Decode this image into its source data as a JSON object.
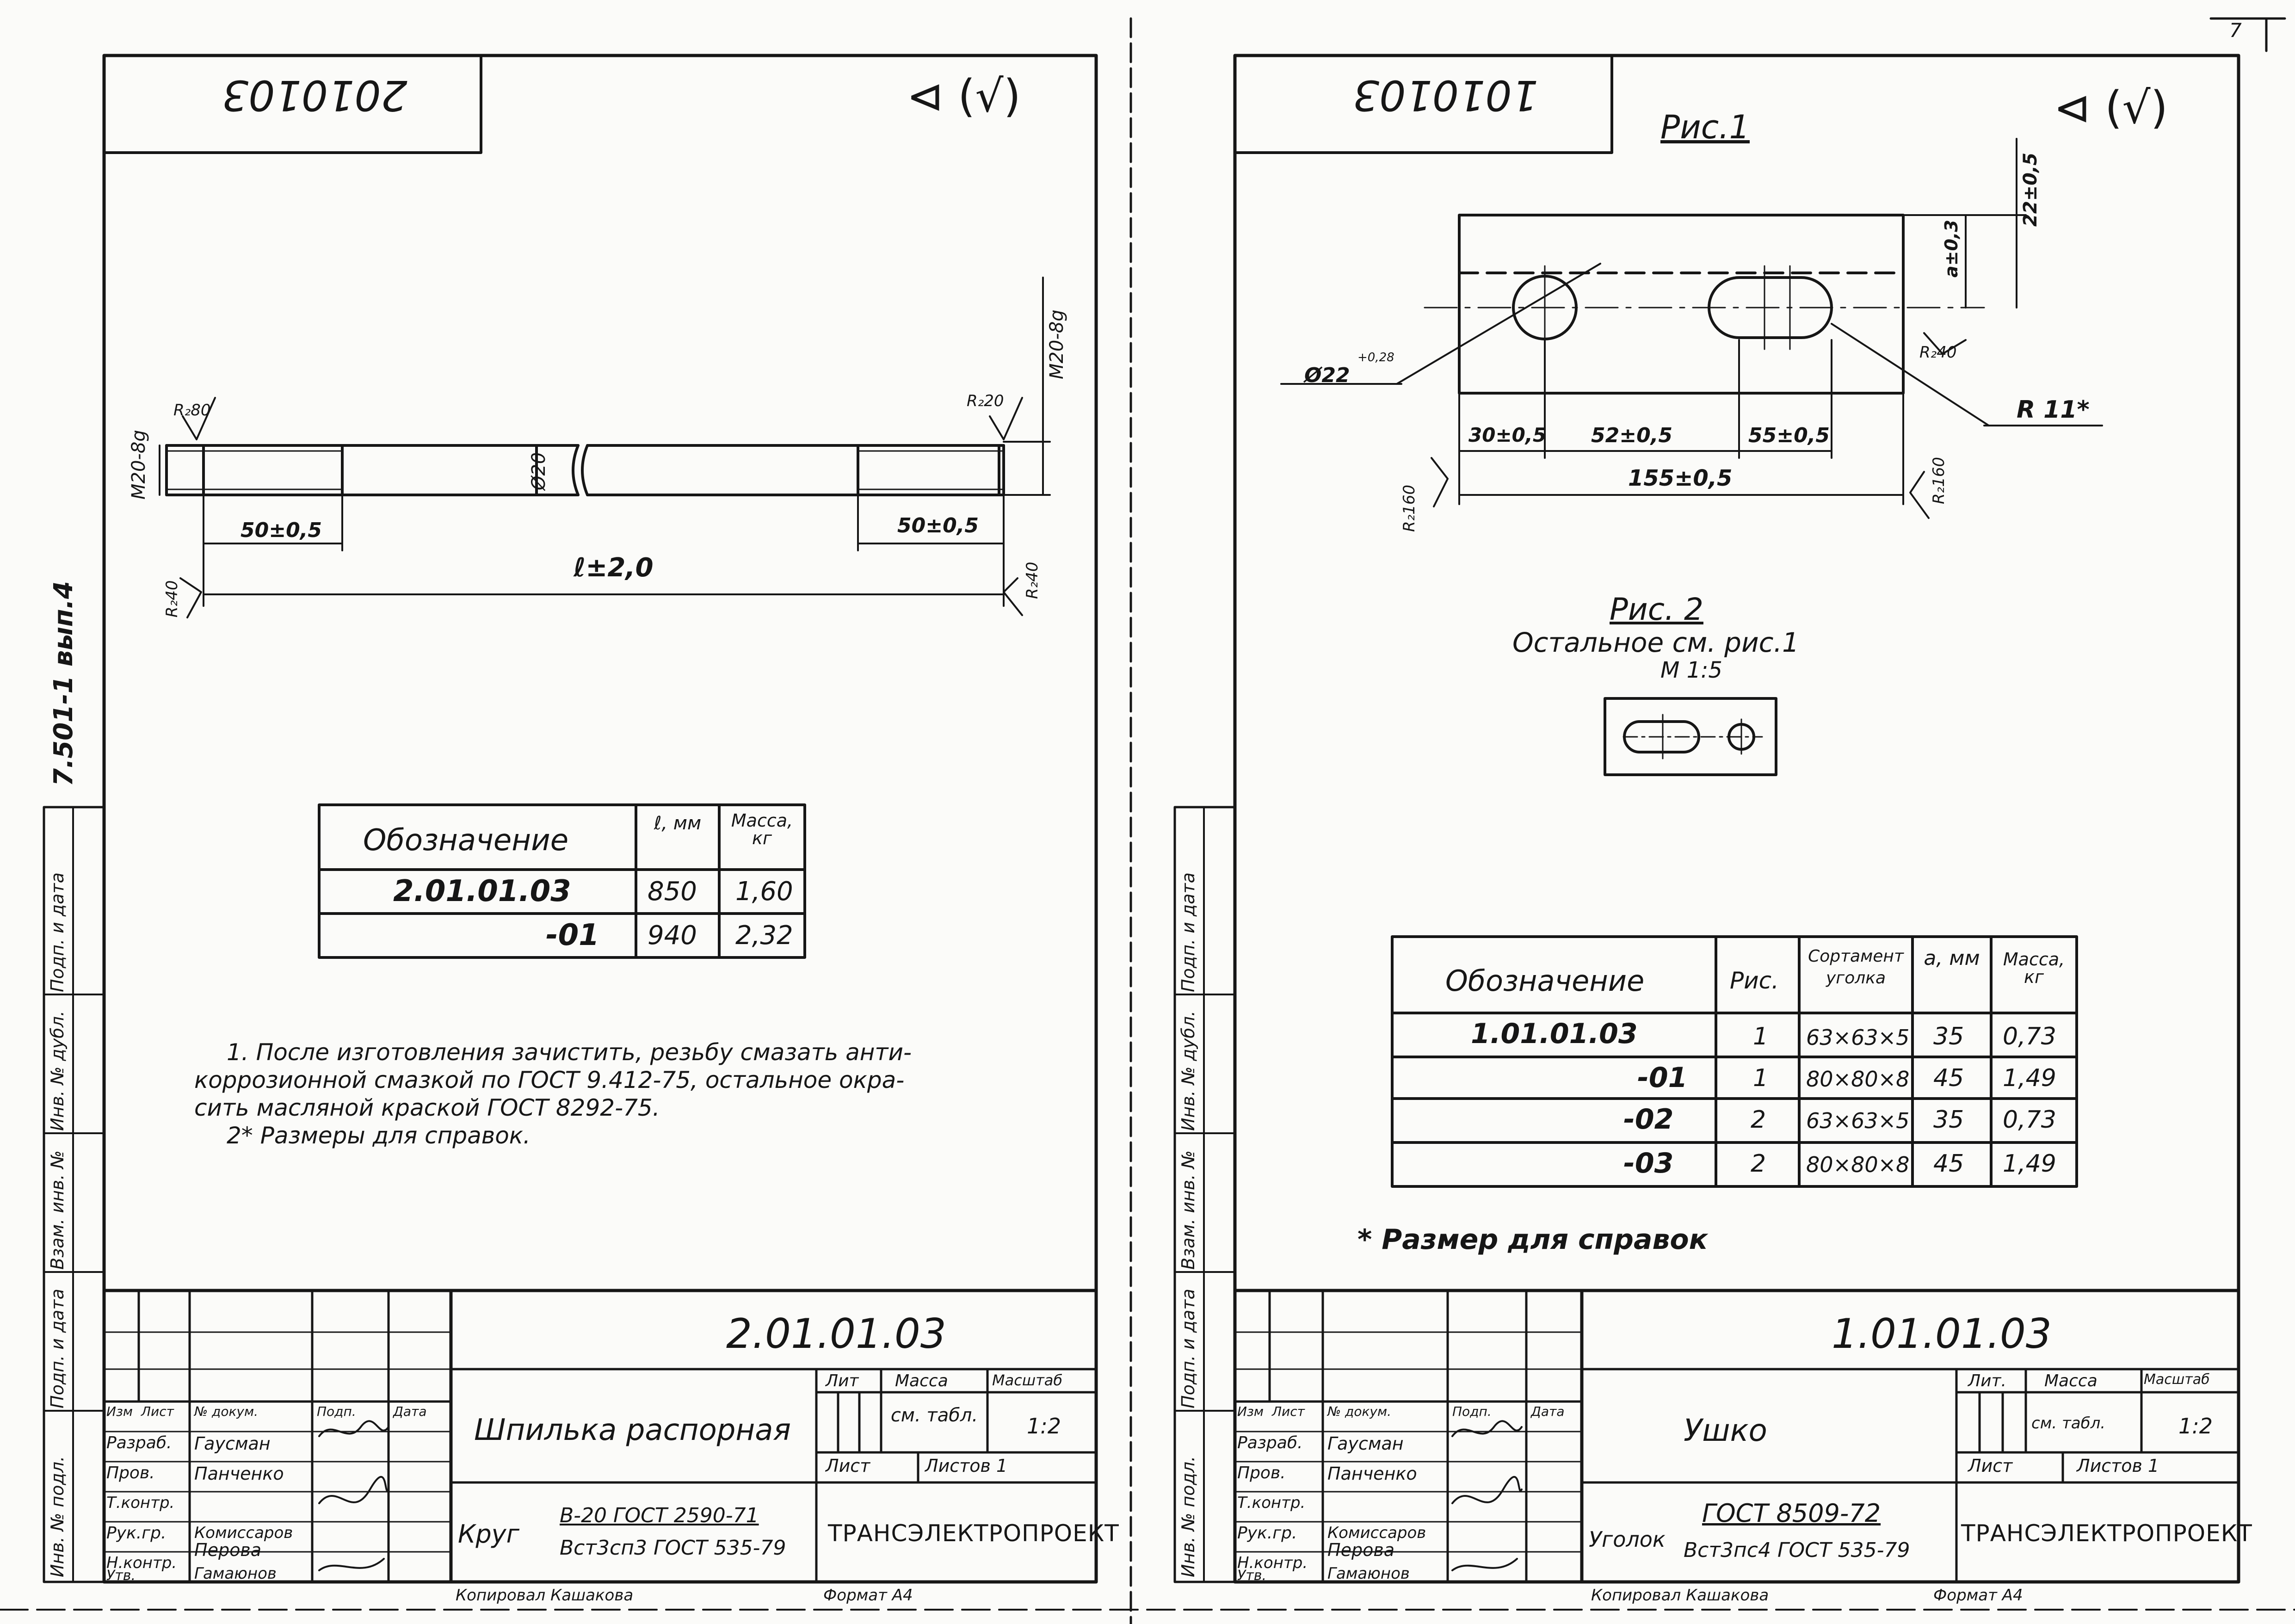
{
  "stamp_sheet_right": "⊲ (√)",
  "stamp_sheet_left": "⊲ (√)",
  "side_label": "7.501-1 вып.4",
  "page_corner": "7",
  "archive_left": [
    "Инв. № подл.",
    "Подп. и дата",
    "Взам. инв. №",
    "Инв. № дубл.",
    "Подп. и дата"
  ],
  "archive_right": [
    "Инв. № подл.",
    "Подп. и дата",
    "Взам. инв. №",
    "Инв. № дубл.",
    "Подп. и дата"
  ],
  "left_sheet": {
    "corner_code": "2010103",
    "dims": {
      "thread_left": "M20-8g",
      "thread_right": "M20-8g",
      "r_top_left": "R₂80",
      "r_top_right": "R₂20",
      "r_bot_left": "R₂40",
      "r_bot_right": "R₂40",
      "dia": "Ø20",
      "thread_len_left": "50±0,5",
      "thread_len_right": "50±0,5",
      "total_len": "ℓ±2,0"
    },
    "table": {
      "headers": [
        "Обозначение",
        "ℓ, мм",
        "Масса, кг"
      ],
      "rows": [
        [
          "2.01.01.03",
          "850",
          "1,60"
        ],
        [
          "-01",
          "940",
          "2,32"
        ]
      ]
    },
    "notes": [
      "1. После изготовления зачистить, резьбу смазать анти-",
      "коррозионной смазкой по ГОСТ 9.412-75, остальное окра-",
      "сить масляной краской ГОСТ 8292-75.",
      "2* Размеры для справок."
    ],
    "title_block": {
      "doc_number": "2.01.01.03",
      "name": "Шпилька распорная",
      "lit": "Лит",
      "mass": "Масса",
      "scale_label": "Масштаб",
      "mass_value": "см. табл.",
      "scale_value": "1:2",
      "sheet": "Лист",
      "sheets": "Листов 1",
      "material_kind": "Круг",
      "material_line1": "В-20 ГОСТ 2590-71",
      "material_line2": "Вст3сп3 ГОСТ 535-79",
      "org": "ТРАНСЭЛЕКТРОПРОЕКТ",
      "head_cols": [
        "Изм",
        "Лист",
        "№ докум.",
        "Подп.",
        "Дата"
      ],
      "roles": [
        "Разраб.",
        "Пров.",
        "Т.контр.",
        "Рук.гр.",
        "Н.контр.",
        "Утв."
      ],
      "names": [
        "Гаусман",
        "Панченко",
        "",
        "Комиссаров",
        "Перова",
        "Гамаюнов"
      ],
      "copied": "Копировал Кашакова",
      "format": "Формат А4"
    }
  },
  "right_sheet": {
    "corner_code": "1010103",
    "fig1": "Рис.1",
    "fig2": "Рис. 2",
    "fig2_note": "Остальное см. рис.1",
    "fig2_scale": "М 1:5",
    "dims": {
      "height": "22±0,5",
      "a": "a±0,3",
      "hole": "Ø22",
      "hole_tol": "+0,28",
      "r_slot": "R₂40",
      "r_star": "R 11*",
      "d1": "30±0,5",
      "d2": "52±0,5",
      "d3": "55±0,5",
      "total": "155±0,5",
      "r_left": "R₂160",
      "r_right": "R₂160"
    },
    "table": {
      "headers": [
        "Обозначение",
        "Рис.",
        "Сортамент уголка",
        "a, мм",
        "Масса, кг"
      ],
      "rows": [
        [
          "1.01.01.03",
          "1",
          "63×63×5",
          "35",
          "0,73"
        ],
        [
          "-01",
          "1",
          "80×80×8",
          "45",
          "1,49"
        ],
        [
          "-02",
          "2",
          "63×63×5",
          "35",
          "0,73"
        ],
        [
          "-03",
          "2",
          "80×80×8",
          "45",
          "1,49"
        ]
      ]
    },
    "note": "* Размер для справок",
    "title_block": {
      "doc_number": "1.01.01.03",
      "name": "Ушко",
      "lit": "Лит.",
      "mass": "Масса",
      "scale_label": "Масштаб",
      "mass_value": "см. табл.",
      "scale_value": "1:2",
      "sheet": "Лист",
      "sheets": "Листов 1",
      "material_kind": "Уголок",
      "material_line1": "ГОСТ 8509-72",
      "material_line2": "Вст3пс4 ГОСТ 535-79",
      "org": "ТРАНСЭЛЕКТРОПРОЕКТ",
      "head_cols": [
        "Изм",
        "Лист",
        "№ докум.",
        "Подп.",
        "Дата"
      ],
      "roles": [
        "Разраб.",
        "Пров.",
        "Т.контр.",
        "Рук.гр.",
        "Н.контр.",
        "Утв."
      ],
      "names": [
        "Гаусман",
        "Панченко",
        "",
        "Комиссаров",
        "Перова",
        "Гамаюнов"
      ],
      "copied": "Копировал Кашакова",
      "format": "Формат А4"
    }
  }
}
